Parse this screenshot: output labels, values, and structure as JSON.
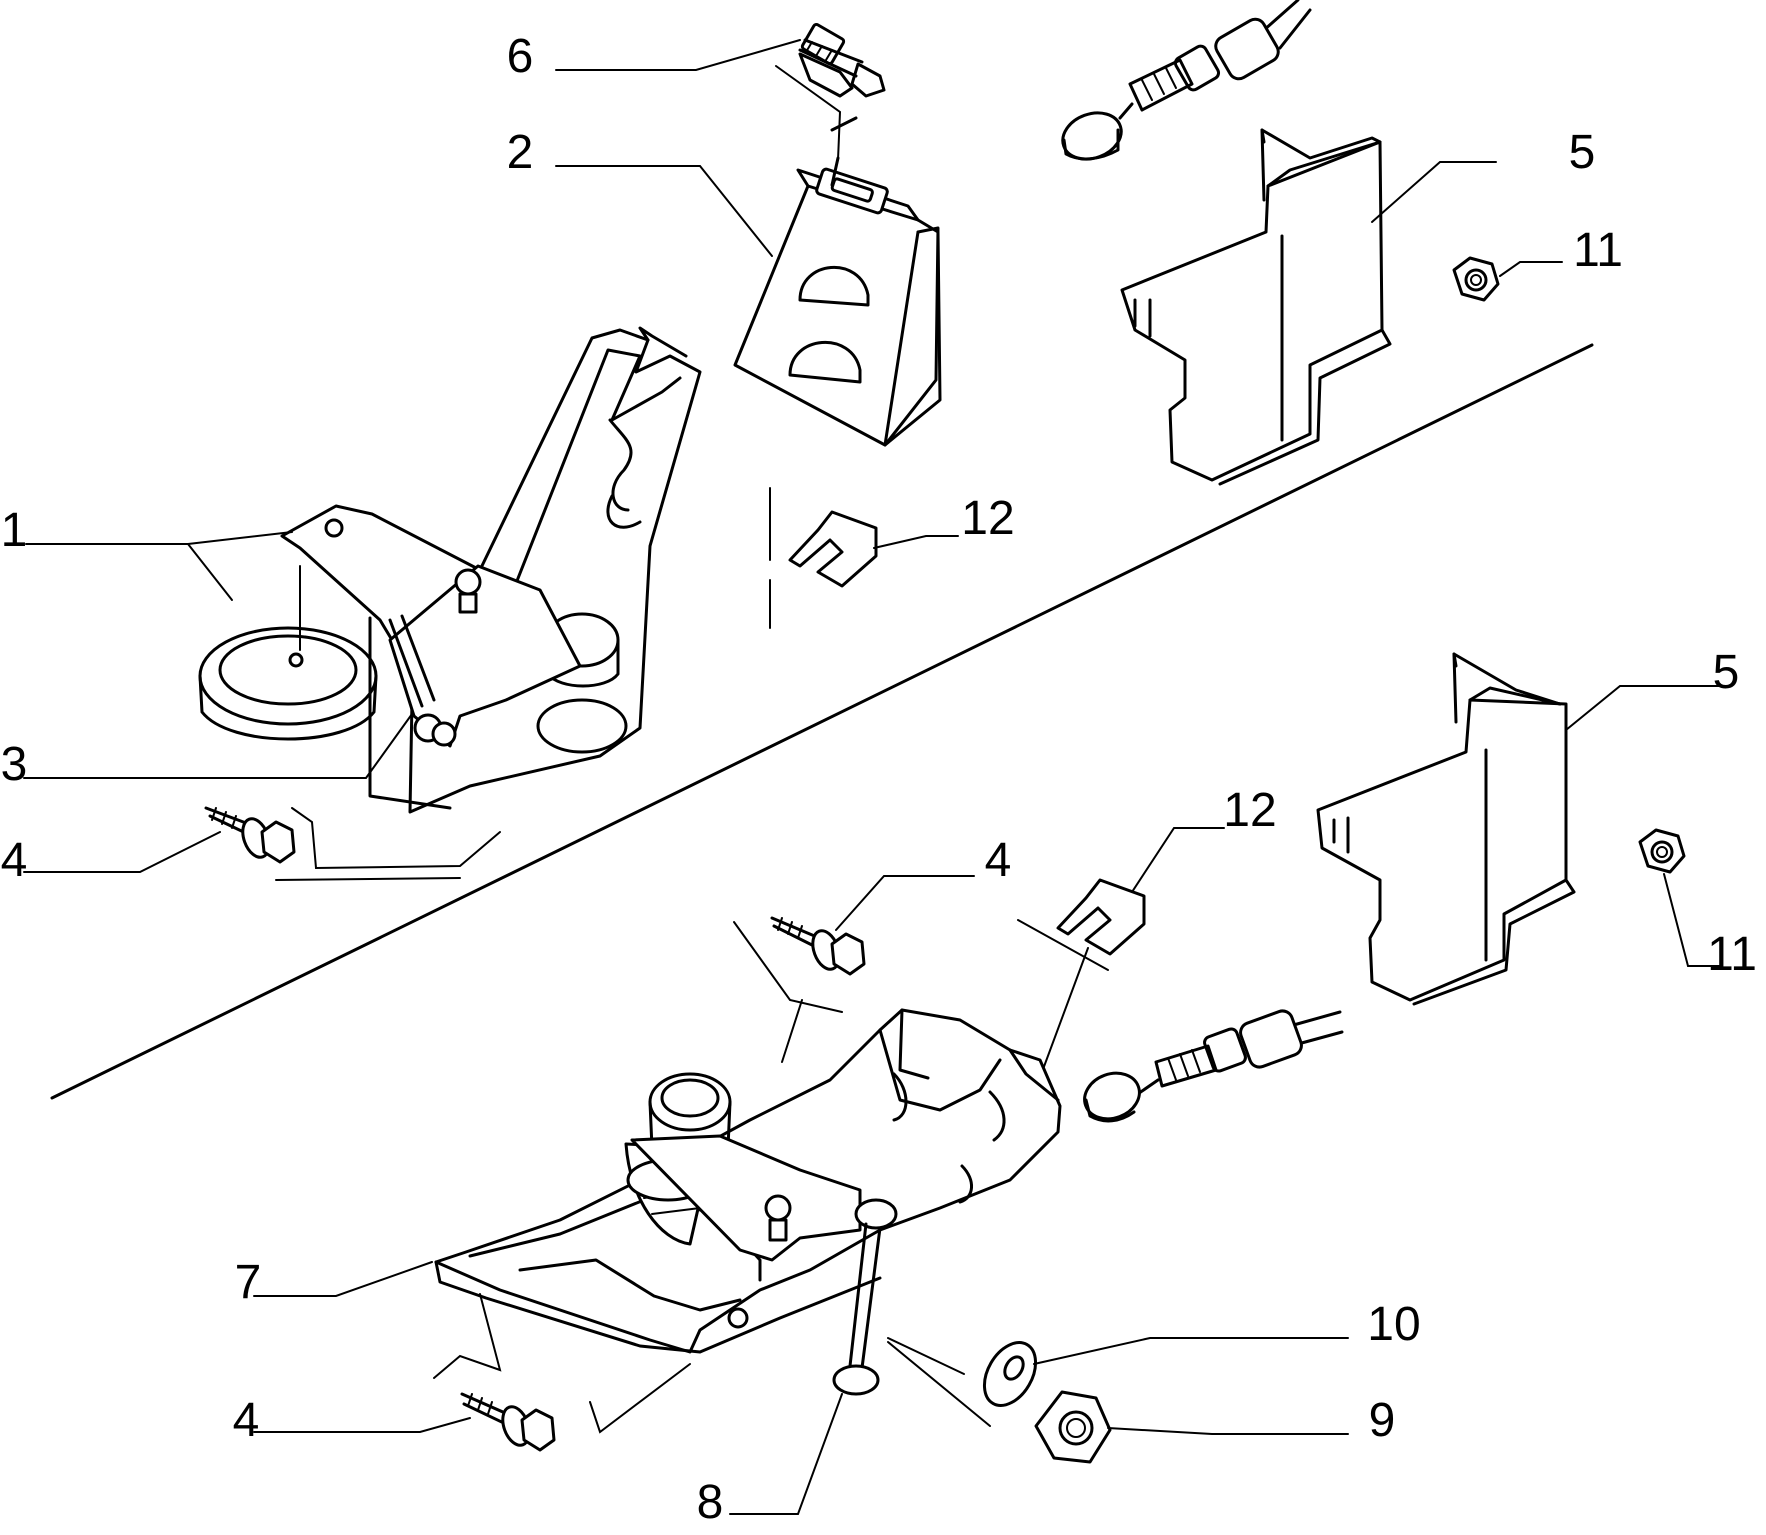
{
  "diagram": {
    "type": "exploded parts diagram",
    "callouts": [
      "1",
      "2",
      "3",
      "4",
      "4",
      "4",
      "5",
      "5",
      "6",
      "7",
      "8",
      "9",
      "10",
      "11",
      "11",
      "12",
      "12"
    ],
    "labels": {
      "p1": "1",
      "p2": "2",
      "p3": "3",
      "p4a": "4",
      "p4b": "4",
      "p4c": "4",
      "p5a": "5",
      "p5b": "5",
      "p6": "6",
      "p7": "7",
      "p8": "8",
      "p9": "9",
      "p10": "10",
      "p11a": "11",
      "p11b": "11",
      "p12a": "12",
      "p12b": "12"
    }
  }
}
